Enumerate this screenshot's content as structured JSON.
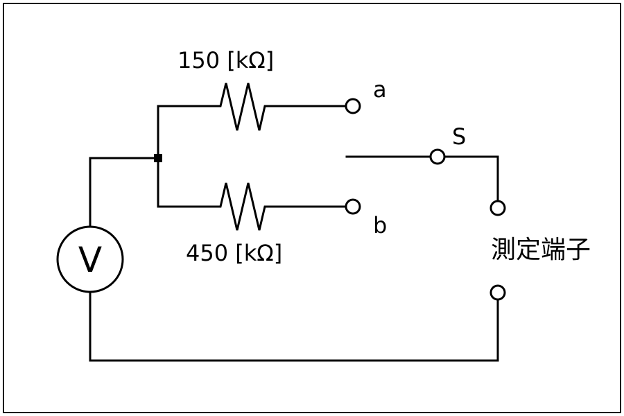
{
  "diagram": {
    "resistor_top_label": "150 [kΩ]",
    "resistor_bottom_label": "450 [kΩ]",
    "terminal_a_label": "a",
    "terminal_b_label": "b",
    "switch_label": "S",
    "voltmeter_label": "V",
    "measurement_terminals_label": "測定端子"
  },
  "colors": {
    "line": "#000000",
    "background": "#ffffff"
  }
}
